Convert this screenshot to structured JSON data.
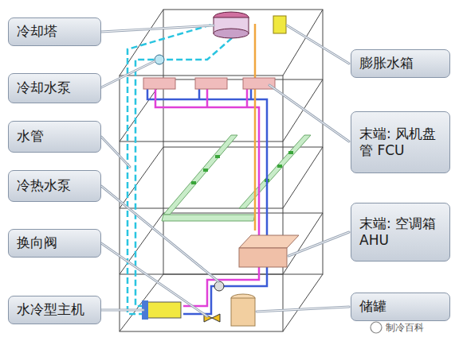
{
  "diagram": {
    "nodes": [
      {
        "text": [
          "冷却塔"
        ]
      },
      {
        "text": [
          "冷却水泵"
        ]
      },
      {
        "text": [
          "水管"
        ]
      },
      {
        "text": [
          "冷热水泵"
        ]
      },
      {
        "text": [
          "换向阀"
        ]
      },
      {
        "text": [
          "水冷型主机"
        ]
      },
      {
        "text": [
          "膨胀水箱"
        ]
      },
      {
        "text": [
          "末端: 风机盘管 FCU"
        ]
      },
      {
        "text": [
          "末端: 空调箱 AHU"
        ]
      },
      {
        "text": [
          "储罐"
        ]
      }
    ],
    "labels": [
      "制冷百科"
    ]
  }
}
